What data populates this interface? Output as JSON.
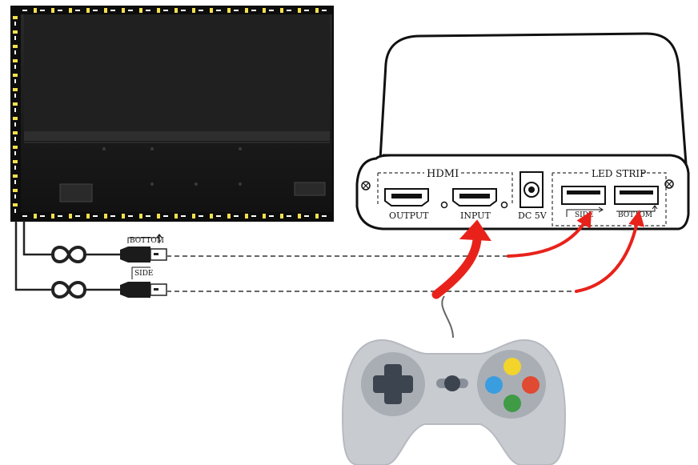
{
  "box": {
    "hdmi_label": "HDMI",
    "led_strip_label": "LED STRIP",
    "ports": {
      "output": "OUTPUT",
      "input": "INPUT",
      "dc": "DC 5V",
      "side": "SIDE",
      "bottom": "BOTTOM"
    }
  },
  "cables": {
    "bottom_label": "BOTTOM",
    "side_label": "SIDE"
  },
  "colors": {
    "arrow": "#e8221b",
    "tv": "#1b1b1b",
    "controller_body": "#c8ccd1",
    "button_yellow": "#f3d42b",
    "button_blue": "#3a9de0",
    "button_red": "#e04a32",
    "button_green": "#3f9b45",
    "dpad": "#3c4450"
  }
}
